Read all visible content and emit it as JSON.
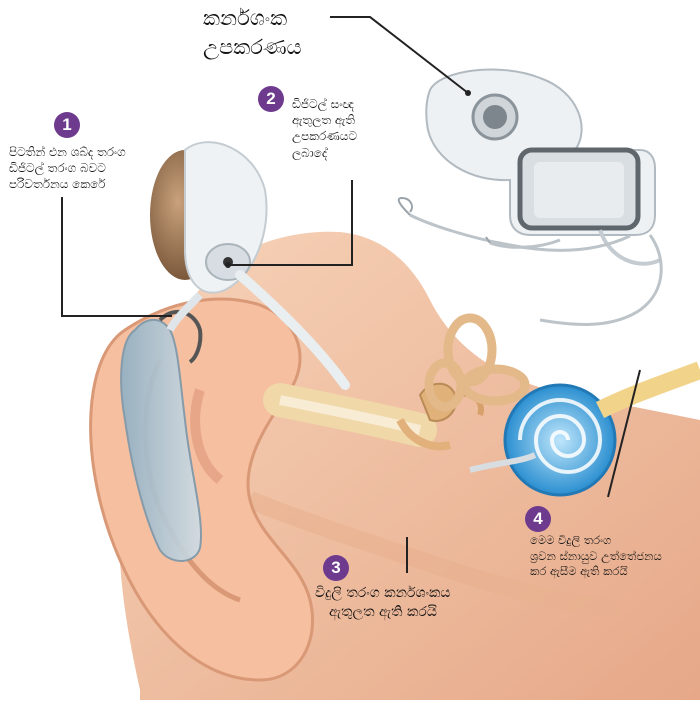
{
  "title": {
    "line1": "කර්නශංක",
    "line2": "උපකරණය"
  },
  "steps": [
    {
      "number": "1",
      "lines": [
        "පිටතින් එන ශබ්ද තරංග",
        "ඩිජිටල් තරංග බවට",
        "පරිවර්තනය කෙරේ"
      ]
    },
    {
      "number": "2",
      "lines": [
        "ඩිජිටල් සංඥ",
        "ඇතුලත ඇති",
        "උපකරණයට",
        "ලබාදේ"
      ]
    },
    {
      "number": "3",
      "lines": [
        "විදුලි තරංග කර්නශංකය",
        "ඇතුලත ඇති කරයි"
      ]
    },
    {
      "number": "4",
      "lines": [
        "මෙම විදුලි තරංග",
        "ශ්‍රවන ස්නායුව උත්තේජනය",
        "කර ඇසීම ඇති කරයි"
      ]
    }
  ],
  "colors": {
    "badge": "#6e3a8e",
    "skin": "#f2c4a6",
    "skin_dark": "#d99876",
    "cochlea": "#3aa6e0",
    "bone": "#e8c48a",
    "processor": "#b8ccd8",
    "line": "#222222"
  }
}
